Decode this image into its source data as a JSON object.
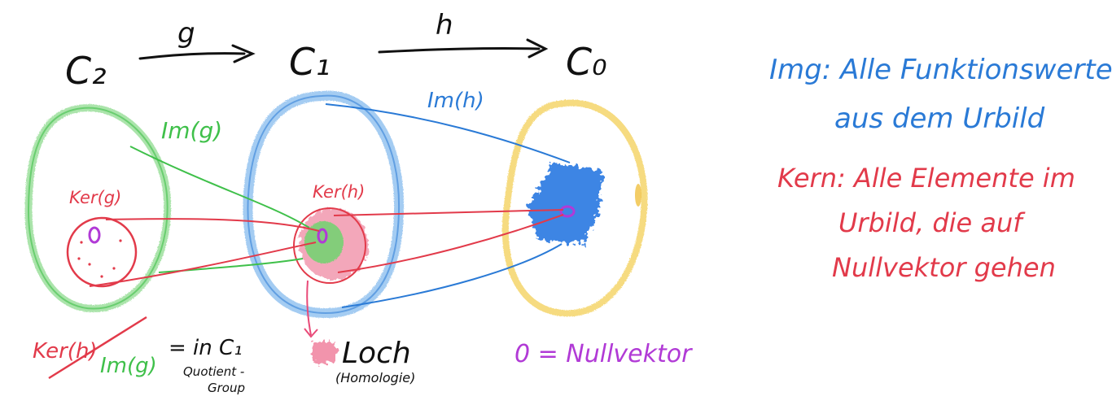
{
  "sequence": {
    "c2": "C₂",
    "c1": "C₁",
    "c0": "C₀",
    "map_g": "g",
    "map_h": "h"
  },
  "labels": {
    "im_g": "Im(g)",
    "im_h": "Im(h)",
    "ker_g": "Ker(g)",
    "ker_h": "Ker(h)",
    "quotient_ker": "Ker(h)",
    "quotient_im": "Im(g)",
    "quotient_eq": "= in C₁",
    "quotient_note_1": "Quotient -",
    "quotient_note_2": "Group",
    "loch": "Loch",
    "loch_note": "(Homologie)",
    "nullvektor": "0 = Nullvektor"
  },
  "notes": {
    "img_line1": "Img: Alle Funktionswerte",
    "img_line2": "aus dem Urbild",
    "kern_line1": "Kern: Alle Elemente im",
    "kern_line2": "Urbild, die auf",
    "kern_line3": "Nullvektor gehen"
  },
  "colors": {
    "green": "#3fc04a",
    "blue": "#2a7ad6",
    "red": "#e23a4a",
    "yellow": "#f5d56a",
    "pink": "#e94a78",
    "purple": "#b13ad6",
    "black": "#111111"
  }
}
